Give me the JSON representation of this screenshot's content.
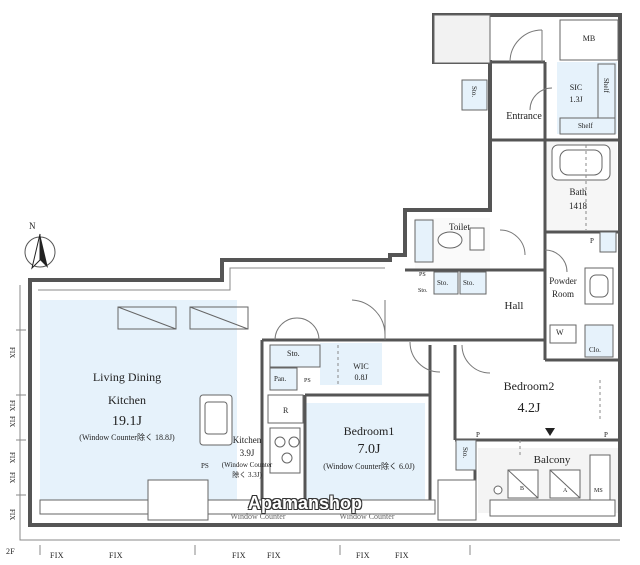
{
  "rooms": {
    "ldk_name1": "Living Dining",
    "ldk_name2": "Kitchen",
    "ldk_area": "19.1J",
    "ldk_note": "(Window Counter除く 18.8J)",
    "kitchen_name": "Kitchen",
    "kitchen_area": "3.9J",
    "kitchen_note1": "(Window Counter",
    "kitchen_note2": "除く 3.3J)",
    "bed1_name": "Bedroom1",
    "bed1_area": "7.0J",
    "bed1_note": "(Window Counter除く 6.0J)",
    "bed2_name": "Bedroom2",
    "bed2_area": "4.2J",
    "bath_name": "Bath",
    "bath_size": "1418",
    "toilet": "Toilet",
    "powder1": "Powder",
    "powder2": "Room",
    "hall": "Hall",
    "entrance": "Entrance",
    "mb": "MB",
    "sic_name": "SIC",
    "sic_area": "1.3J",
    "wic_name": "WIC",
    "wic_area": "0.8J",
    "balcony": "Balcony"
  },
  "small_labels": {
    "sto": "Sto.",
    "shelf": "Shelf",
    "ps": "PS",
    "pan": "Pan.",
    "w": "W",
    "clo": "Clo.",
    "p": "P",
    "r": "R",
    "a": "A",
    "b": "B",
    "ms": "MS",
    "window_counter": "Window Counter"
  },
  "fix": {
    "label": "FIX",
    "floor": "2F"
  },
  "compass": {
    "north": "N"
  },
  "watermark": "Apamanshop",
  "colors": {
    "room_fill": "#e6f2fb",
    "wall": "#555555",
    "line": "#777777"
  }
}
